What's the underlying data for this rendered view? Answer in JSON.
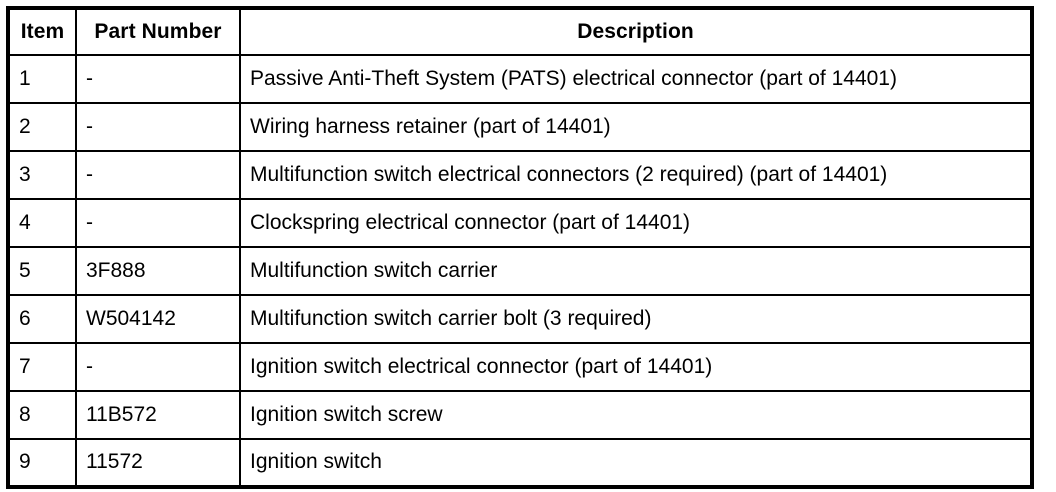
{
  "table": {
    "columns": [
      {
        "key": "item",
        "label": "Item"
      },
      {
        "key": "part_number",
        "label": "Part Number"
      },
      {
        "key": "description",
        "label": "Description"
      }
    ],
    "rows": [
      {
        "item": "1",
        "part_number": "-",
        "description": "Passive Anti-Theft System (PATS) electrical connector (part of 14401)"
      },
      {
        "item": "2",
        "part_number": "-",
        "description": "Wiring harness retainer (part of 14401)"
      },
      {
        "item": "3",
        "part_number": "-",
        "description": "Multifunction switch electrical connectors (2 required) (part of 14401)"
      },
      {
        "item": "4",
        "part_number": "-",
        "description": "Clockspring electrical connector (part of 14401)"
      },
      {
        "item": "5",
        "part_number": "3F888",
        "description": "Multifunction switch carrier"
      },
      {
        "item": "6",
        "part_number": "W504142",
        "description": "Multifunction switch carrier bolt (3 required)"
      },
      {
        "item": "7",
        "part_number": "-",
        "description": "Ignition switch electrical connector (part of 14401)"
      },
      {
        "item": "8",
        "part_number": "11B572",
        "description": "Ignition switch screw"
      },
      {
        "item": "9",
        "part_number": "11572",
        "description": "Ignition switch"
      }
    ]
  },
  "colors": {
    "border": "#000000",
    "text": "#000000",
    "background": "#ffffff"
  }
}
